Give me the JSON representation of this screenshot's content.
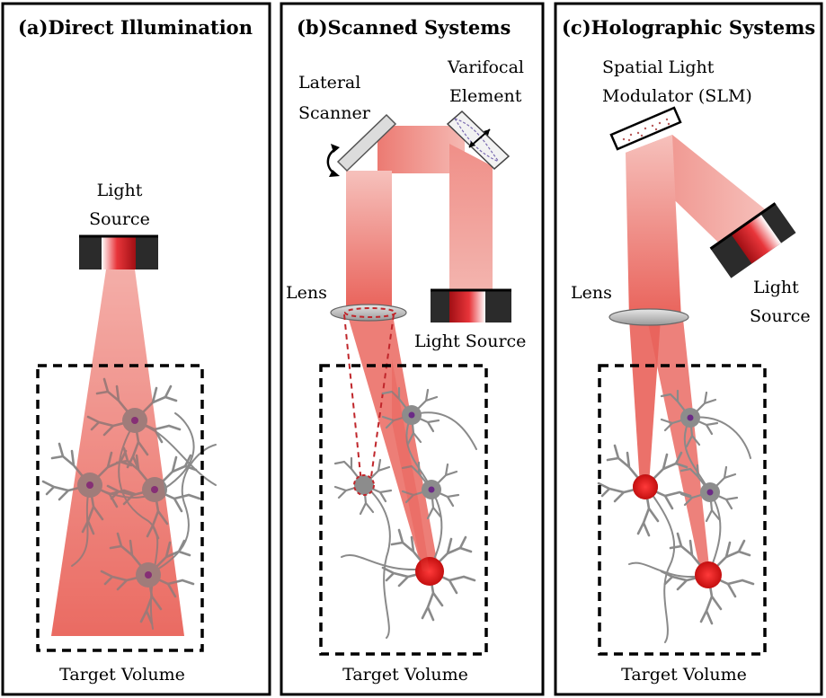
{
  "panels": [
    {
      "title": "(a)Direct Illumination",
      "light_source": [
        "Light",
        "Source"
      ],
      "target": "Target Volume"
    },
    {
      "title": "(b)Scanned Systems",
      "lateral_scanner": [
        "Lateral",
        "Scanner"
      ],
      "varifocal": [
        "Varifocal",
        "Element"
      ],
      "lens": "Lens",
      "light_source": "Light Source",
      "target": "Target Volume"
    },
    {
      "title": "(c)Holographic Systems",
      "slm": [
        "Spatial Light",
        "Modulator (SLM)"
      ],
      "lens": "Lens",
      "light_source": [
        "Light",
        "Source"
      ],
      "target": "Target Volume"
    }
  ],
  "colors": {
    "beam": "#e8453c",
    "neuron": "#8f8f8f",
    "neuron_active": "#d81e1e",
    "nucleus": "#5a2a7a",
    "source_body": "#2b2b2b"
  }
}
